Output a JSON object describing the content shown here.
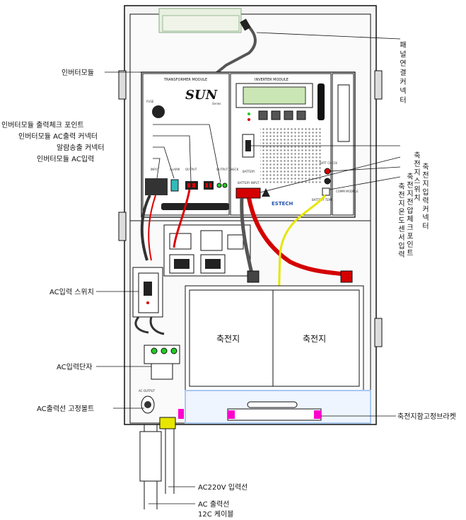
{
  "labels": {
    "panel_connector": "패널연결커넥터",
    "inverter_module": "인버터모듈",
    "inv_out_check": "인버터모듈 출력체크 포인트",
    "inv_ac_out_conn": "인버터모듈 AC출력 커넥터",
    "alarm_conn": "알람송출 커넥터",
    "inv_ac_in": "인버터모듈 AC입력",
    "ac_in_switch": "AC입력 스위치",
    "ac_terminal": "AC입력단자",
    "ac_out_bolt": "AC출력선 고정볼트",
    "ac220_in": "AC220V 입력선",
    "ac_out_cable_1": "AC 출력선",
    "ac_out_cable_2": "12C 케이블",
    "battery_switch": "축전지스위치",
    "battery_in_conn": "축전지입력커넥터",
    "battery_v_check": "축전지전압체크포인트",
    "battery_temp_in": "축전지온도센서입력",
    "battery_bracket": "축전지함고정브라켓"
  },
  "device": {
    "transformer_module": "TRANSFORMER MODULE",
    "inverter_module": "INVERTER MODULE",
    "logo": "SUN",
    "logo_sub": "Series",
    "fuse": "FUSE",
    "input": "INPUT",
    "alarm": "ALARM",
    "output": "OUTPUT",
    "output_check": "OUTPUT CHECK",
    "battery": "BATTERY",
    "battery_input": "BATTERY INPUT",
    "batt_check": "BATT CHECK",
    "battery_temp": "BATTERY TEMP",
    "brand": "ESTECH",
    "comm_module": "COMM MODULE",
    "ac_output": "AC OUTPUT",
    "battery_1": "축전지",
    "battery_2": "축전지"
  },
  "colors": {
    "cable_red": "#d40000",
    "cable_yellow": "#e6e600",
    "cable_gray": "#555555",
    "lcd_green": "#c9e6b4",
    "magenta": "#ff00cc",
    "teal_connector": "#33bbbb",
    "bracket_blue": "#a9c8f0"
  }
}
